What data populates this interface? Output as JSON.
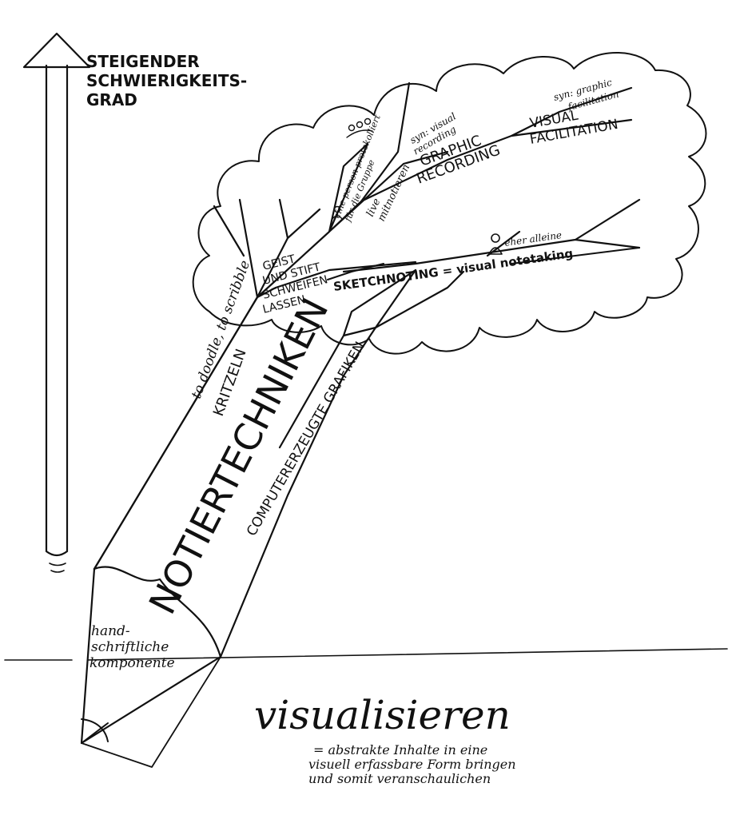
{
  "axis": {
    "label_line1": "STEIGENDER",
    "label_line2": "SCHWIERIGKEITS-",
    "label_line3": "GRAD"
  },
  "pencil": {
    "trunk_label": "NOTIERTECHNIKEN",
    "tip_label_line1": "hand-",
    "tip_label_line2": "schriftliche",
    "tip_label_line3": "komponente"
  },
  "branches": {
    "doodle": "to doodle, to scribble",
    "kritzeln": "KRITZELN",
    "geist_line1": "GEIST",
    "geist_line2": "UND STIFT",
    "geist_line3": "SCHWEIFEN",
    "geist_line4": "LASSEN",
    "computer": "COMPUTERERZEUGTE GRAFIKEN",
    "sketchnoting": "SKETCHNOTING = visual notetaking",
    "eher_alleine": "eher alleine",
    "live_line1": "live",
    "live_line2": "mitnotieren",
    "person_line1": "eine person protokolliert",
    "person_line2": "für die Gruppe",
    "graphic_line1": "GRAPHIC",
    "graphic_line2": "RECORDING",
    "syn_recording_line1": "syn: visual",
    "syn_recording_line2": "recording",
    "visual_line1": "VISUAL",
    "visual_line2": "FACILITATION",
    "syn_facilitation_line1": "syn: graphic",
    "syn_facilitation_line2": "facilitation"
  },
  "footer": {
    "title": "visualisieren",
    "definition_line1": "= abstrakte Inhalte in eine",
    "definition_line2": "visuell erfassbare Form bringen",
    "definition_line3": "und somit veranschaulichen"
  }
}
